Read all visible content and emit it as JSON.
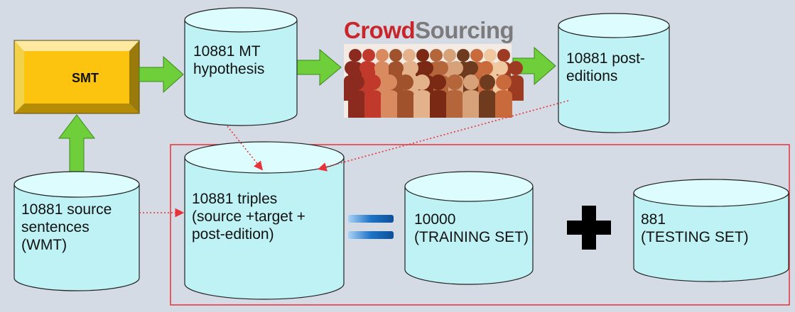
{
  "smt": {
    "label": "SMT"
  },
  "nodes": {
    "mt_hypothesis": "10881 MT\nhypothesis",
    "post_editions": "10881 post-\neditions",
    "source_sentences": "10881 source\nsentences\n(WMT)",
    "triples": "10881 triples\n(source +target +\npost-edition)",
    "training": "10000\n(TRAINING SET)",
    "testing": "881\n(TESTING SET)"
  },
  "crowdsourcing": {
    "part1": "Crowd",
    "part2": "Sourcing",
    "image": "crowd-people-icon"
  },
  "colors": {
    "background": "#d5dbe5",
    "cylinder_fill": "#bff2f5",
    "cylinder_top": "#dcfcfd",
    "arrow_green": "#6fcf3a",
    "smt_gold": "#f5c51a",
    "frame_red": "#e8323a",
    "equals_blue": "#1e73c8"
  }
}
